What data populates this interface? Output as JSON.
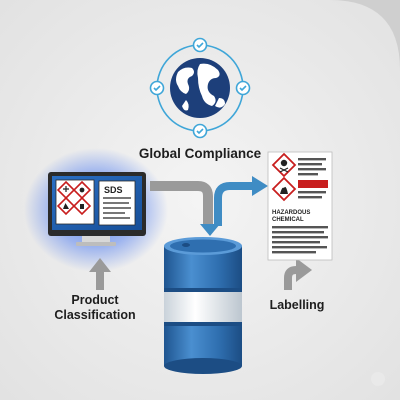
{
  "labels": {
    "global": "Global Compliance",
    "product_line1": "Product",
    "product_line2": "Classification",
    "labelling": "Labelling"
  },
  "monitor": {
    "sds_text": "SDS"
  },
  "label_sheet": {
    "hazard_text_line1": "HAZARDOUS",
    "hazard_text_line2": "CHEMICAL"
  },
  "colors": {
    "monitor_glow": "#3d6ff0",
    "screen_bg": "#1f5fb3",
    "arrow_grey": "#9a9a9a",
    "arrow_blue": "#3f8cc4",
    "drum_blue": "#2f6fb0",
    "drum_band": "#e9eef2",
    "globe_ocean": "#1d3f7a",
    "globe_land": "#ffffff",
    "check_blue": "#3fa6d8",
    "warning_red": "#c81e1e"
  }
}
